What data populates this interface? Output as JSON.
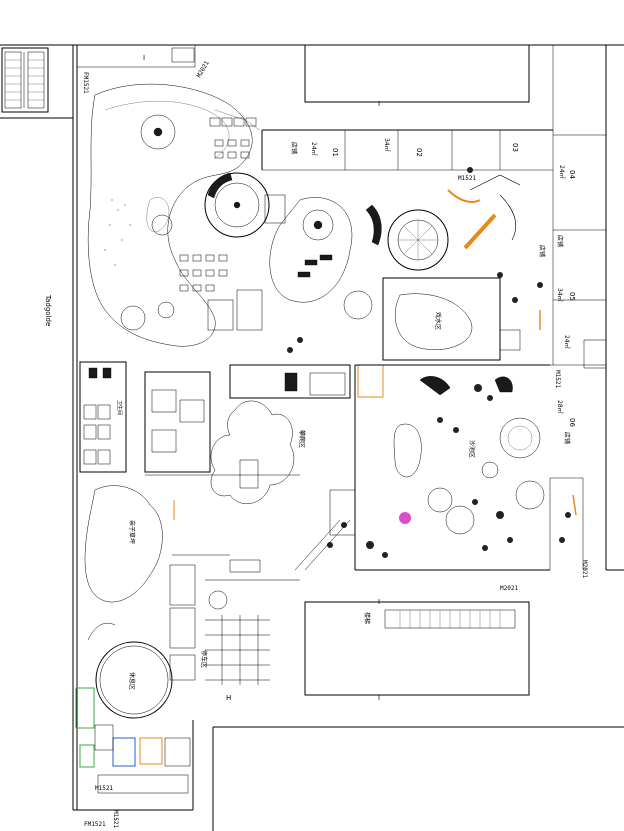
{
  "plan": {
    "compass_label": "Tadgolde",
    "areas": {
      "area_24": "24㎡",
      "area_34": "34㎡",
      "area_34b": "34㎡",
      "area_24b": "24㎡",
      "area_28": "28㎡",
      "area_24c": "24㎡"
    },
    "unit_numbers": {
      "u01": "01",
      "u02": "02",
      "u03": "03",
      "u04": "04",
      "u05": "05",
      "u06": "06"
    },
    "door_tags": {
      "fm1521_top": "FM1521",
      "m2021_top": "M2021",
      "m1521_mid": "M1521",
      "m1521_right": "M1521",
      "m2021_bottom": "M2021",
      "m2021_right": "M2021",
      "m1521_lower": "M1521",
      "fm1521_bottom": "FM1521",
      "m1521_bottom2": "M1521"
    },
    "room_labels": {
      "store_a": "店铺",
      "store_b": "店铺",
      "store_c": "店铺",
      "store_d": "店铺",
      "lawn": "亲子草坪",
      "sand_area": "沙池区",
      "water_play": "戏水区",
      "climb": "攀爬区",
      "rest": "休息区",
      "restroom": "卫生间",
      "stairs": "楼梯",
      "parking": "停车区"
    },
    "tag_I": "I",
    "tag_H": "H"
  }
}
